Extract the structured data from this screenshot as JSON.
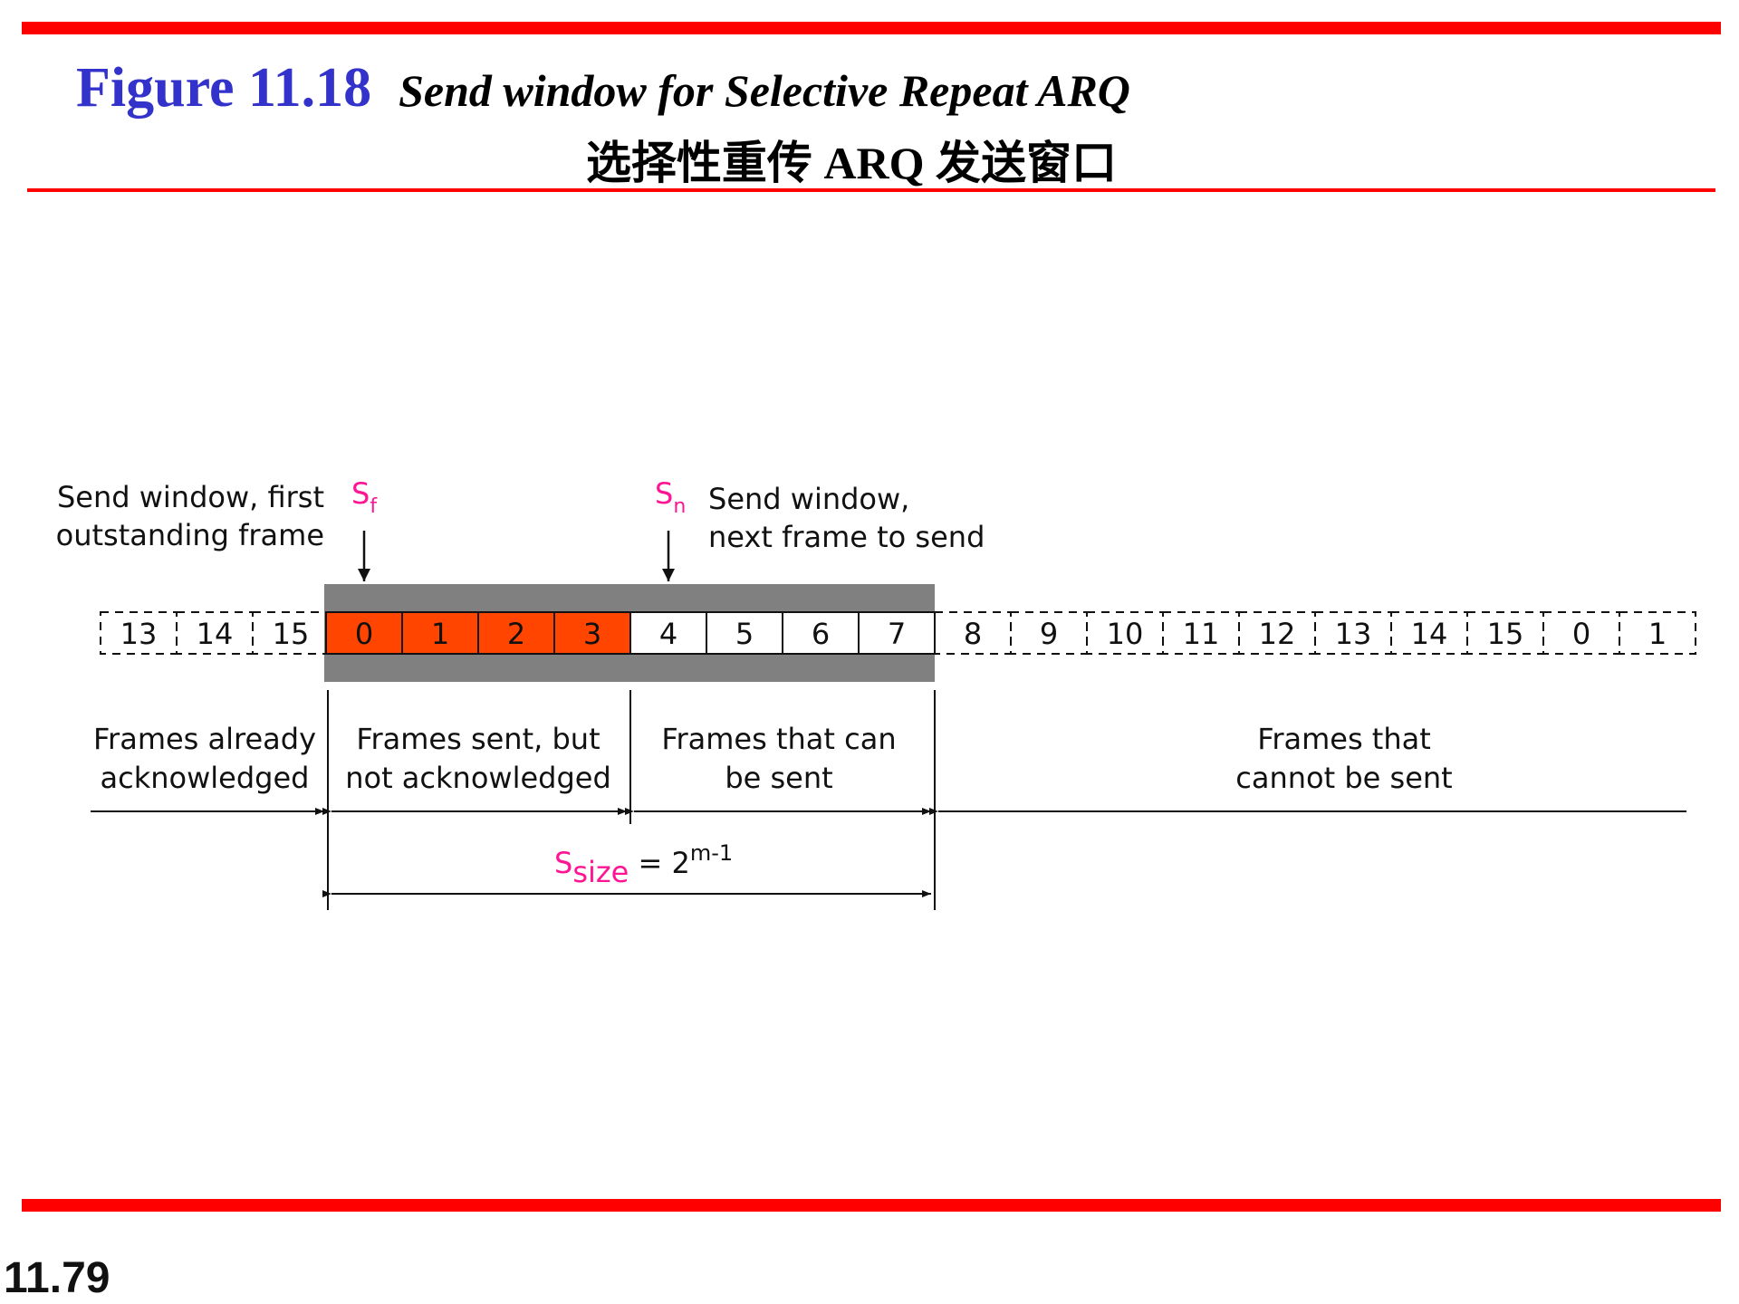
{
  "header": {
    "figure_number": "Figure 11.18",
    "caption": "Send window for Selective Repeat ARQ",
    "caption_cn": "选择性重传 ARQ 发送窗口"
  },
  "footer": {
    "page_number": "11.79"
  },
  "colors": {
    "rule": "#ff0000",
    "title_blue": "#3333cc",
    "outstanding_fill": "#ff4500",
    "window_band": "#808080",
    "pointer": "#ff1493"
  },
  "diagram": {
    "sequence_before": [
      "13",
      "14",
      "15"
    ],
    "window_frames": [
      "0",
      "1",
      "2",
      "3",
      "4",
      "5",
      "6",
      "7"
    ],
    "window_outstanding_count": 4,
    "sequence_after": [
      "8",
      "9",
      "10",
      "11",
      "12",
      "13",
      "14",
      "15",
      "0",
      "1"
    ],
    "sf": {
      "symbol": "S",
      "sub": "f",
      "label_line1": "Send window, first",
      "label_line2": "outstanding frame"
    },
    "sn": {
      "symbol": "S",
      "sub": "n",
      "label_line1": "Send window,",
      "label_line2": "next frame to send"
    },
    "regions": [
      {
        "line1": "Frames already",
        "line2": "acknowledged"
      },
      {
        "line1": "Frames sent, but",
        "line2": "not acknowledged"
      },
      {
        "line1": "Frames that can",
        "line2": "be sent"
      },
      {
        "line1": "Frames that",
        "line2": "cannot be sent"
      }
    ],
    "ssize": {
      "symbol": "S",
      "sub": "size",
      "equals": " = 2",
      "sup": "m-1"
    }
  }
}
